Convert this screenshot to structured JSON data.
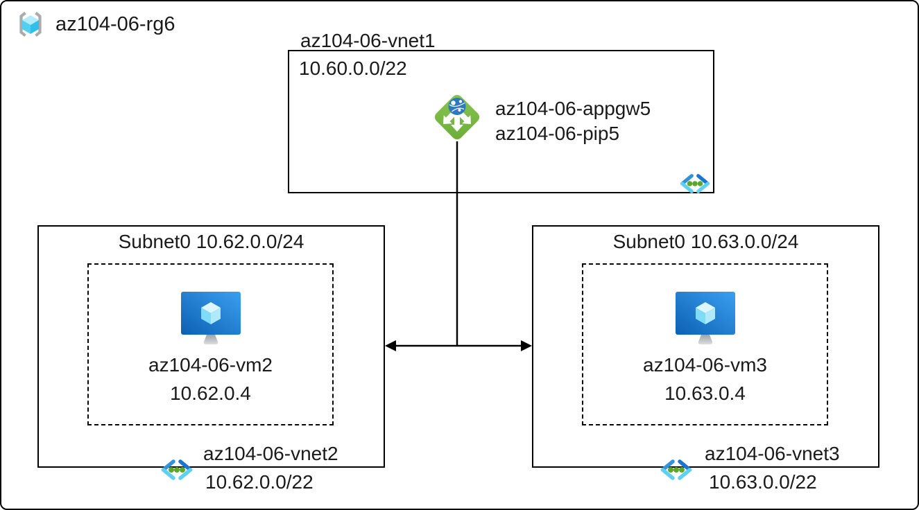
{
  "resource_group": {
    "label": "az104-06-rg6"
  },
  "vnet1": {
    "name": "az104-06-vnet1",
    "cidr": "10.60.0.0/22",
    "appgw_name": "az104-06-appgw5",
    "pip_name": "az104-06-pip5"
  },
  "subnets": [
    {
      "title": "Subnet0 10.62.0.0/24",
      "vm_name": "az104-06-vm2",
      "vm_ip": "10.62.0.4",
      "vnet_name": "az104-06-vnet2",
      "vnet_cidr": "10.62.0.0/22"
    },
    {
      "title": "Subnet0 10.63.0.0/24",
      "vm_name": "az104-06-vm3",
      "vm_ip": "10.63.0.4",
      "vnet_name": "az104-06-vnet3",
      "vnet_cidr": "10.63.0.0/22"
    }
  ],
  "icons": {
    "resource_group": "resource-group-icon",
    "application_gateway": "application-gateway-icon",
    "virtual_machine": "vm-icon",
    "vnet_peering": "vnet-peering-icon"
  },
  "colors": {
    "line_black": "#000000",
    "appgw_green": "#76b843",
    "globe_blue": "#2e78bf",
    "vm_screen_dark": "#0d60b2",
    "vm_screen_light": "#2e93ec",
    "cube_cyan_light": "#b5ecfa",
    "cube_cyan_mid": "#52cef0",
    "cube_cyan_dark": "#2fc0ea",
    "peering_blue_dark": "#1b74cd",
    "peering_blue_mid": "#3291dc",
    "peering_cyan": "#5fd0f2",
    "peering_dot_green": "#5ba62b",
    "bracket_gray": "#a9abac"
  }
}
